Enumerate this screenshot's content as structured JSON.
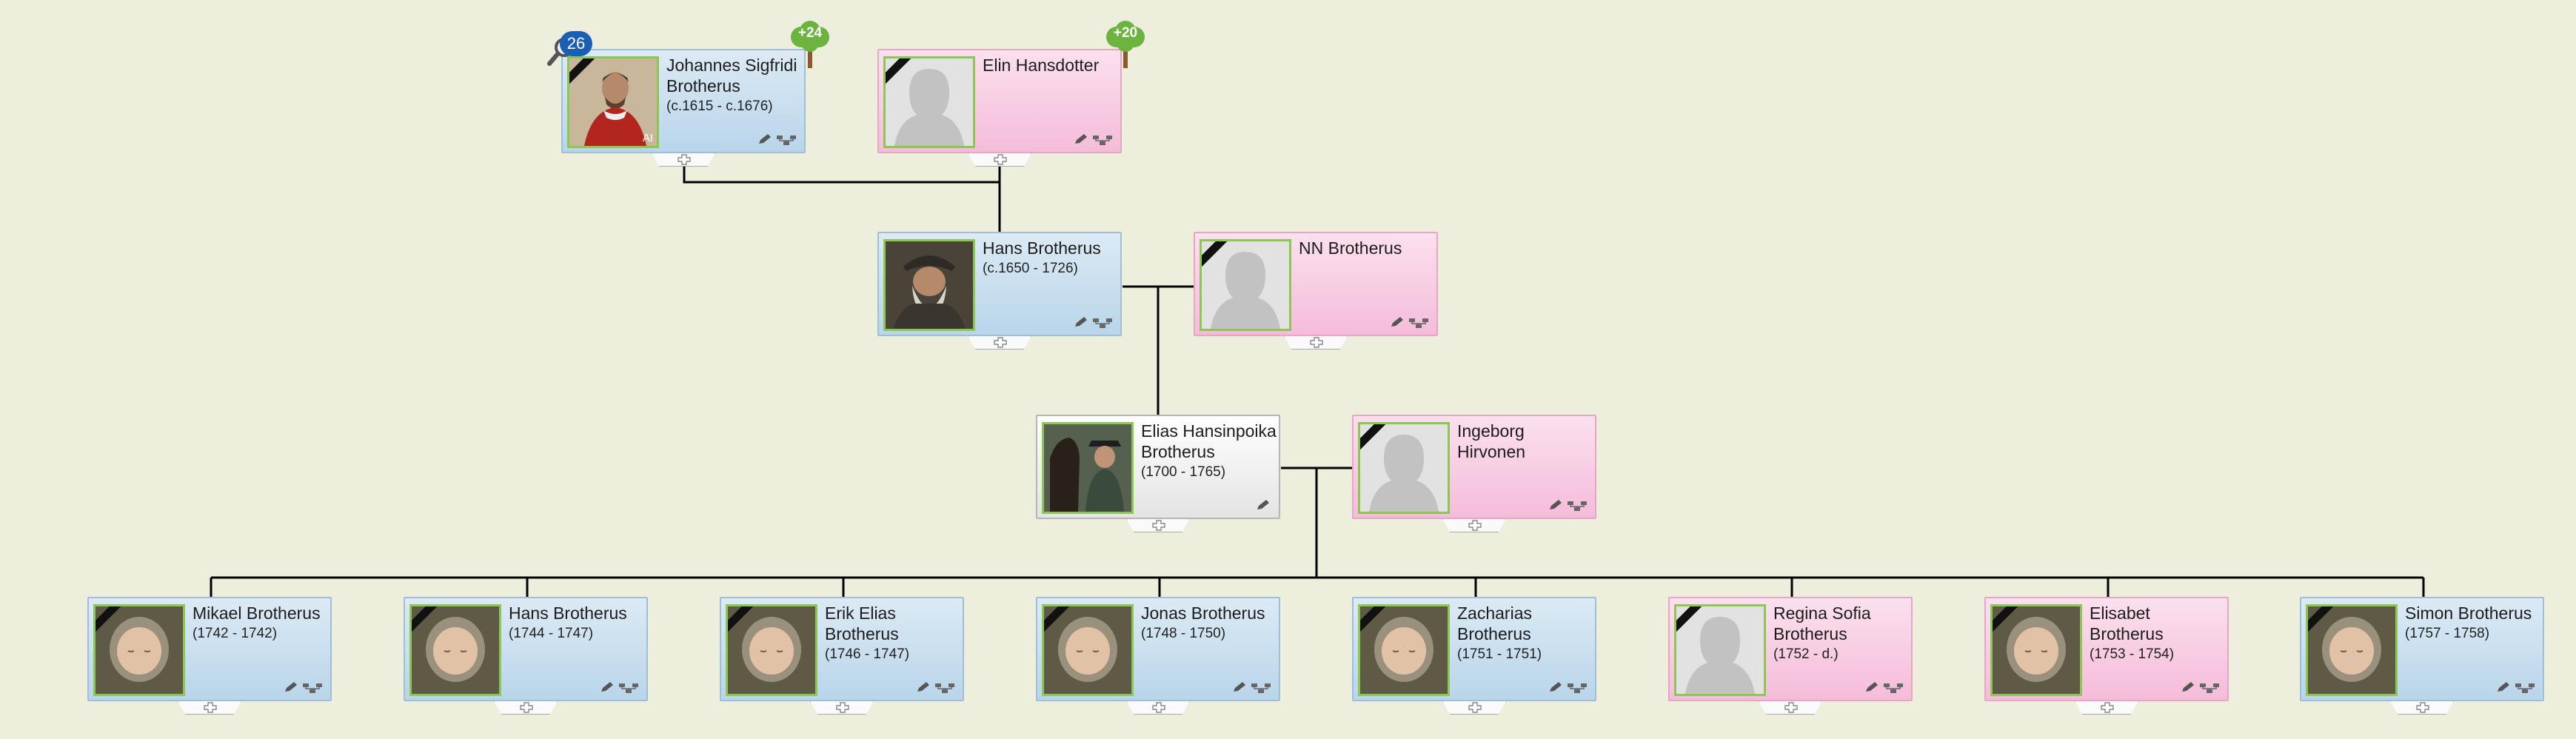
{
  "people": {
    "p1": {
      "name": "Johannes Sigfridi Brotherus",
      "dates": "(c.1615 - c.1676)",
      "gender": "male"
    },
    "p2": {
      "name": "Elin Hansdotter",
      "dates": "",
      "gender": "female"
    },
    "p3": {
      "name": "Hans Brotherus",
      "dates": "(c.1650 - 1726)",
      "gender": "male"
    },
    "p4": {
      "name": "NN Brotherus",
      "dates": "",
      "gender": "female"
    },
    "p5": {
      "name": "Elias Hansinpoika Brotherus",
      "dates": "(1700 - 1765)",
      "gender": "male"
    },
    "p6": {
      "name": "Ingeborg Hirvonen",
      "dates": "",
      "gender": "female"
    },
    "c1": {
      "name": "Mikael Brotherus",
      "dates": "(1742 - 1742)",
      "gender": "male"
    },
    "c2": {
      "name": "Hans Brotherus",
      "dates": "(1744 - 1747)",
      "gender": "male"
    },
    "c3": {
      "name": "Erik Elias Brotherus",
      "dates": "(1746 - 1747)",
      "gender": "male"
    },
    "c4": {
      "name": "Jonas Brotherus",
      "dates": "(1748 - 1750)",
      "gender": "male"
    },
    "c5": {
      "name": "Zacharias Brotherus",
      "dates": "(1751 - 1751)",
      "gender": "male"
    },
    "c6": {
      "name": "Regina Sofia Brotherus",
      "dates": "(1752 -  d.)",
      "gender": "female"
    },
    "c7": {
      "name": "Elisabet Brotherus",
      "dates": "(1753 - 1754)",
      "gender": "female"
    },
    "c8": {
      "name": "Simon Brotherus",
      "dates": "(1757 - 1758)",
      "gender": "male"
    }
  },
  "badges": {
    "search_count": "26",
    "p1_ancestors": "+24",
    "p2_ancestors": "+20"
  },
  "photo_labels": {
    "ai": "AI"
  },
  "icons": {
    "edit": "pencil-icon",
    "family_tree": "family-tree-icon",
    "expand": "plus-icon",
    "search_matches": "search-matches-icon",
    "ancestors": "ancestor-tree-icon"
  },
  "colors": {
    "background": "#eeeedc",
    "male_card": "#c4dcee",
    "female_card": "#f7c8e0",
    "photo_border": "#8cc653",
    "badge_blue": "#1b5fb5",
    "badge_green": "#6cb33f"
  }
}
